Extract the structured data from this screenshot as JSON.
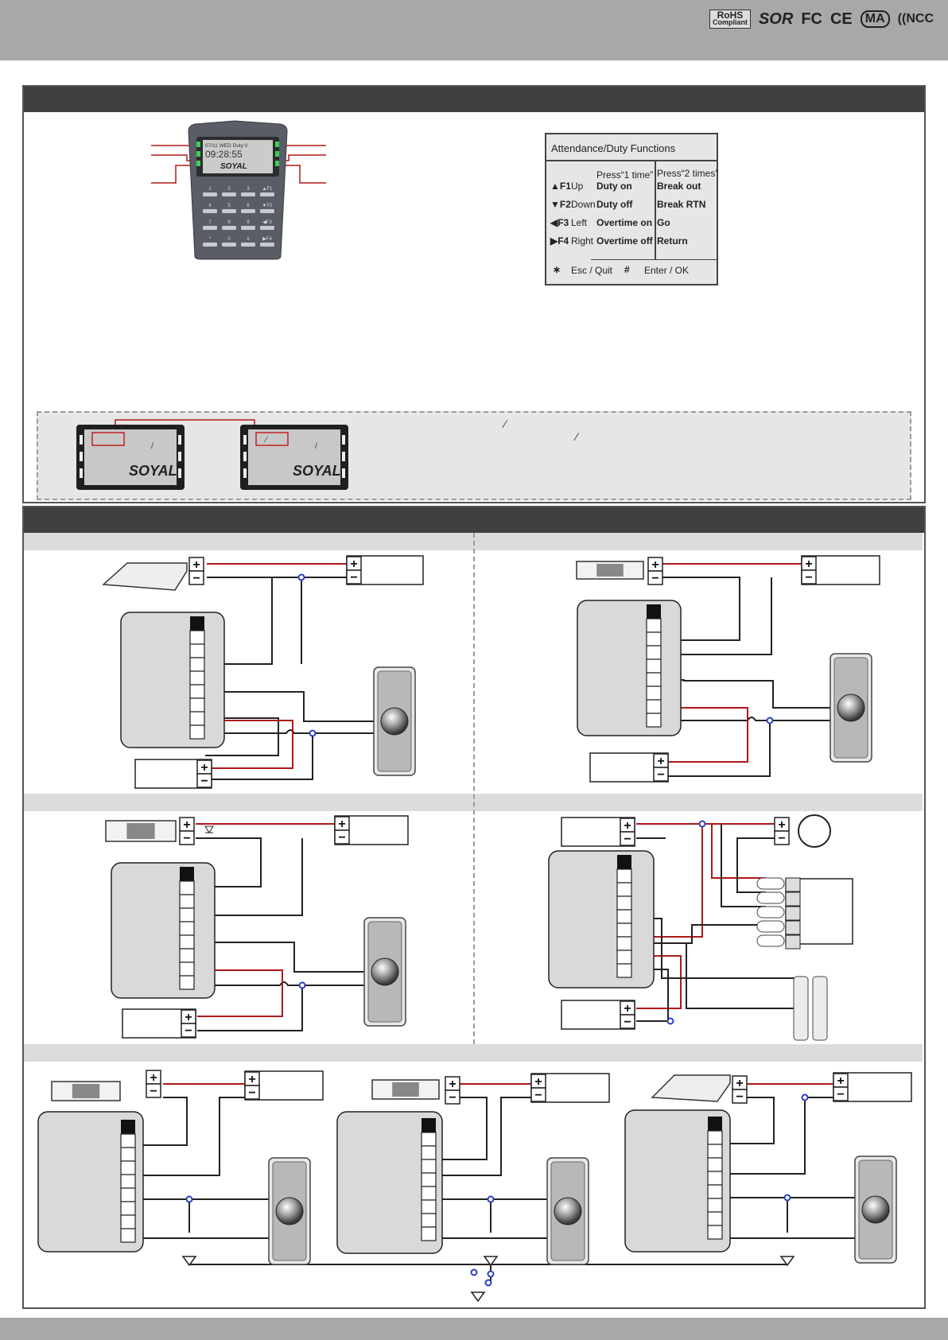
{
  "certifications": [
    "RoHS",
    "Compliant",
    "SOR",
    "FC",
    "CE",
    "MA",
    "NCC"
  ],
  "attendance": {
    "title": "Attendance/Duty Functions",
    "col1_header": "Press“1 time”",
    "col2_header": "Press“2 times”",
    "rows": [
      {
        "key": "▲F1",
        "dir": "Up",
        "once": "Duty on",
        "twice": "Break out"
      },
      {
        "key": "▼F2",
        "dir": "Down",
        "once": "Duty off",
        "twice": "Break RTN"
      },
      {
        "key": "◀F3",
        "dir": "Left",
        "once": "Overtime on",
        "twice": "Go"
      },
      {
        "key": "▶F4",
        "dir": "Right",
        "once": "Overtime off",
        "twice": "Return"
      }
    ],
    "star_symbol": "∗",
    "star_label": "Esc / Quit",
    "hash_symbol": "#",
    "hash_label": "Enter / OK"
  },
  "device": {
    "brand": "SOYAL",
    "lcd_line1": "07/11 WED Duty:0",
    "lcd_time": "09:28:55",
    "keys": [
      "1",
      "2",
      "3",
      "▲F1",
      "4",
      "5",
      "6",
      "▼F2",
      "7",
      "8",
      "9",
      "◀F3",
      "*",
      "0",
      "#",
      "▶F4"
    ]
  },
  "plus": "+",
  "minus": "−"
}
